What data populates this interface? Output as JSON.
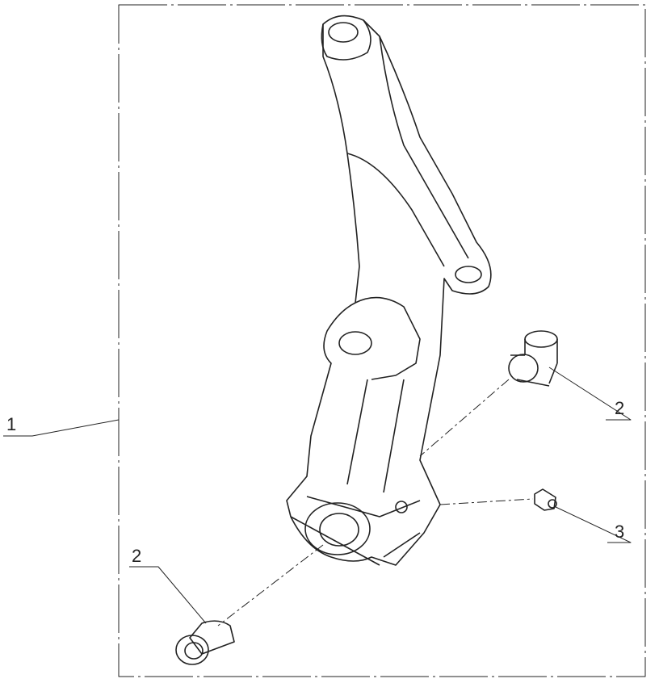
{
  "callouts": [
    {
      "id": "callout-1",
      "text": "1"
    },
    {
      "id": "callout-2-upper",
      "text": "2"
    },
    {
      "id": "callout-3",
      "text": "3"
    },
    {
      "id": "callout-2-lower",
      "text": "2"
    }
  ],
  "colors": {
    "line": "#222222",
    "background": "#ffffff"
  }
}
